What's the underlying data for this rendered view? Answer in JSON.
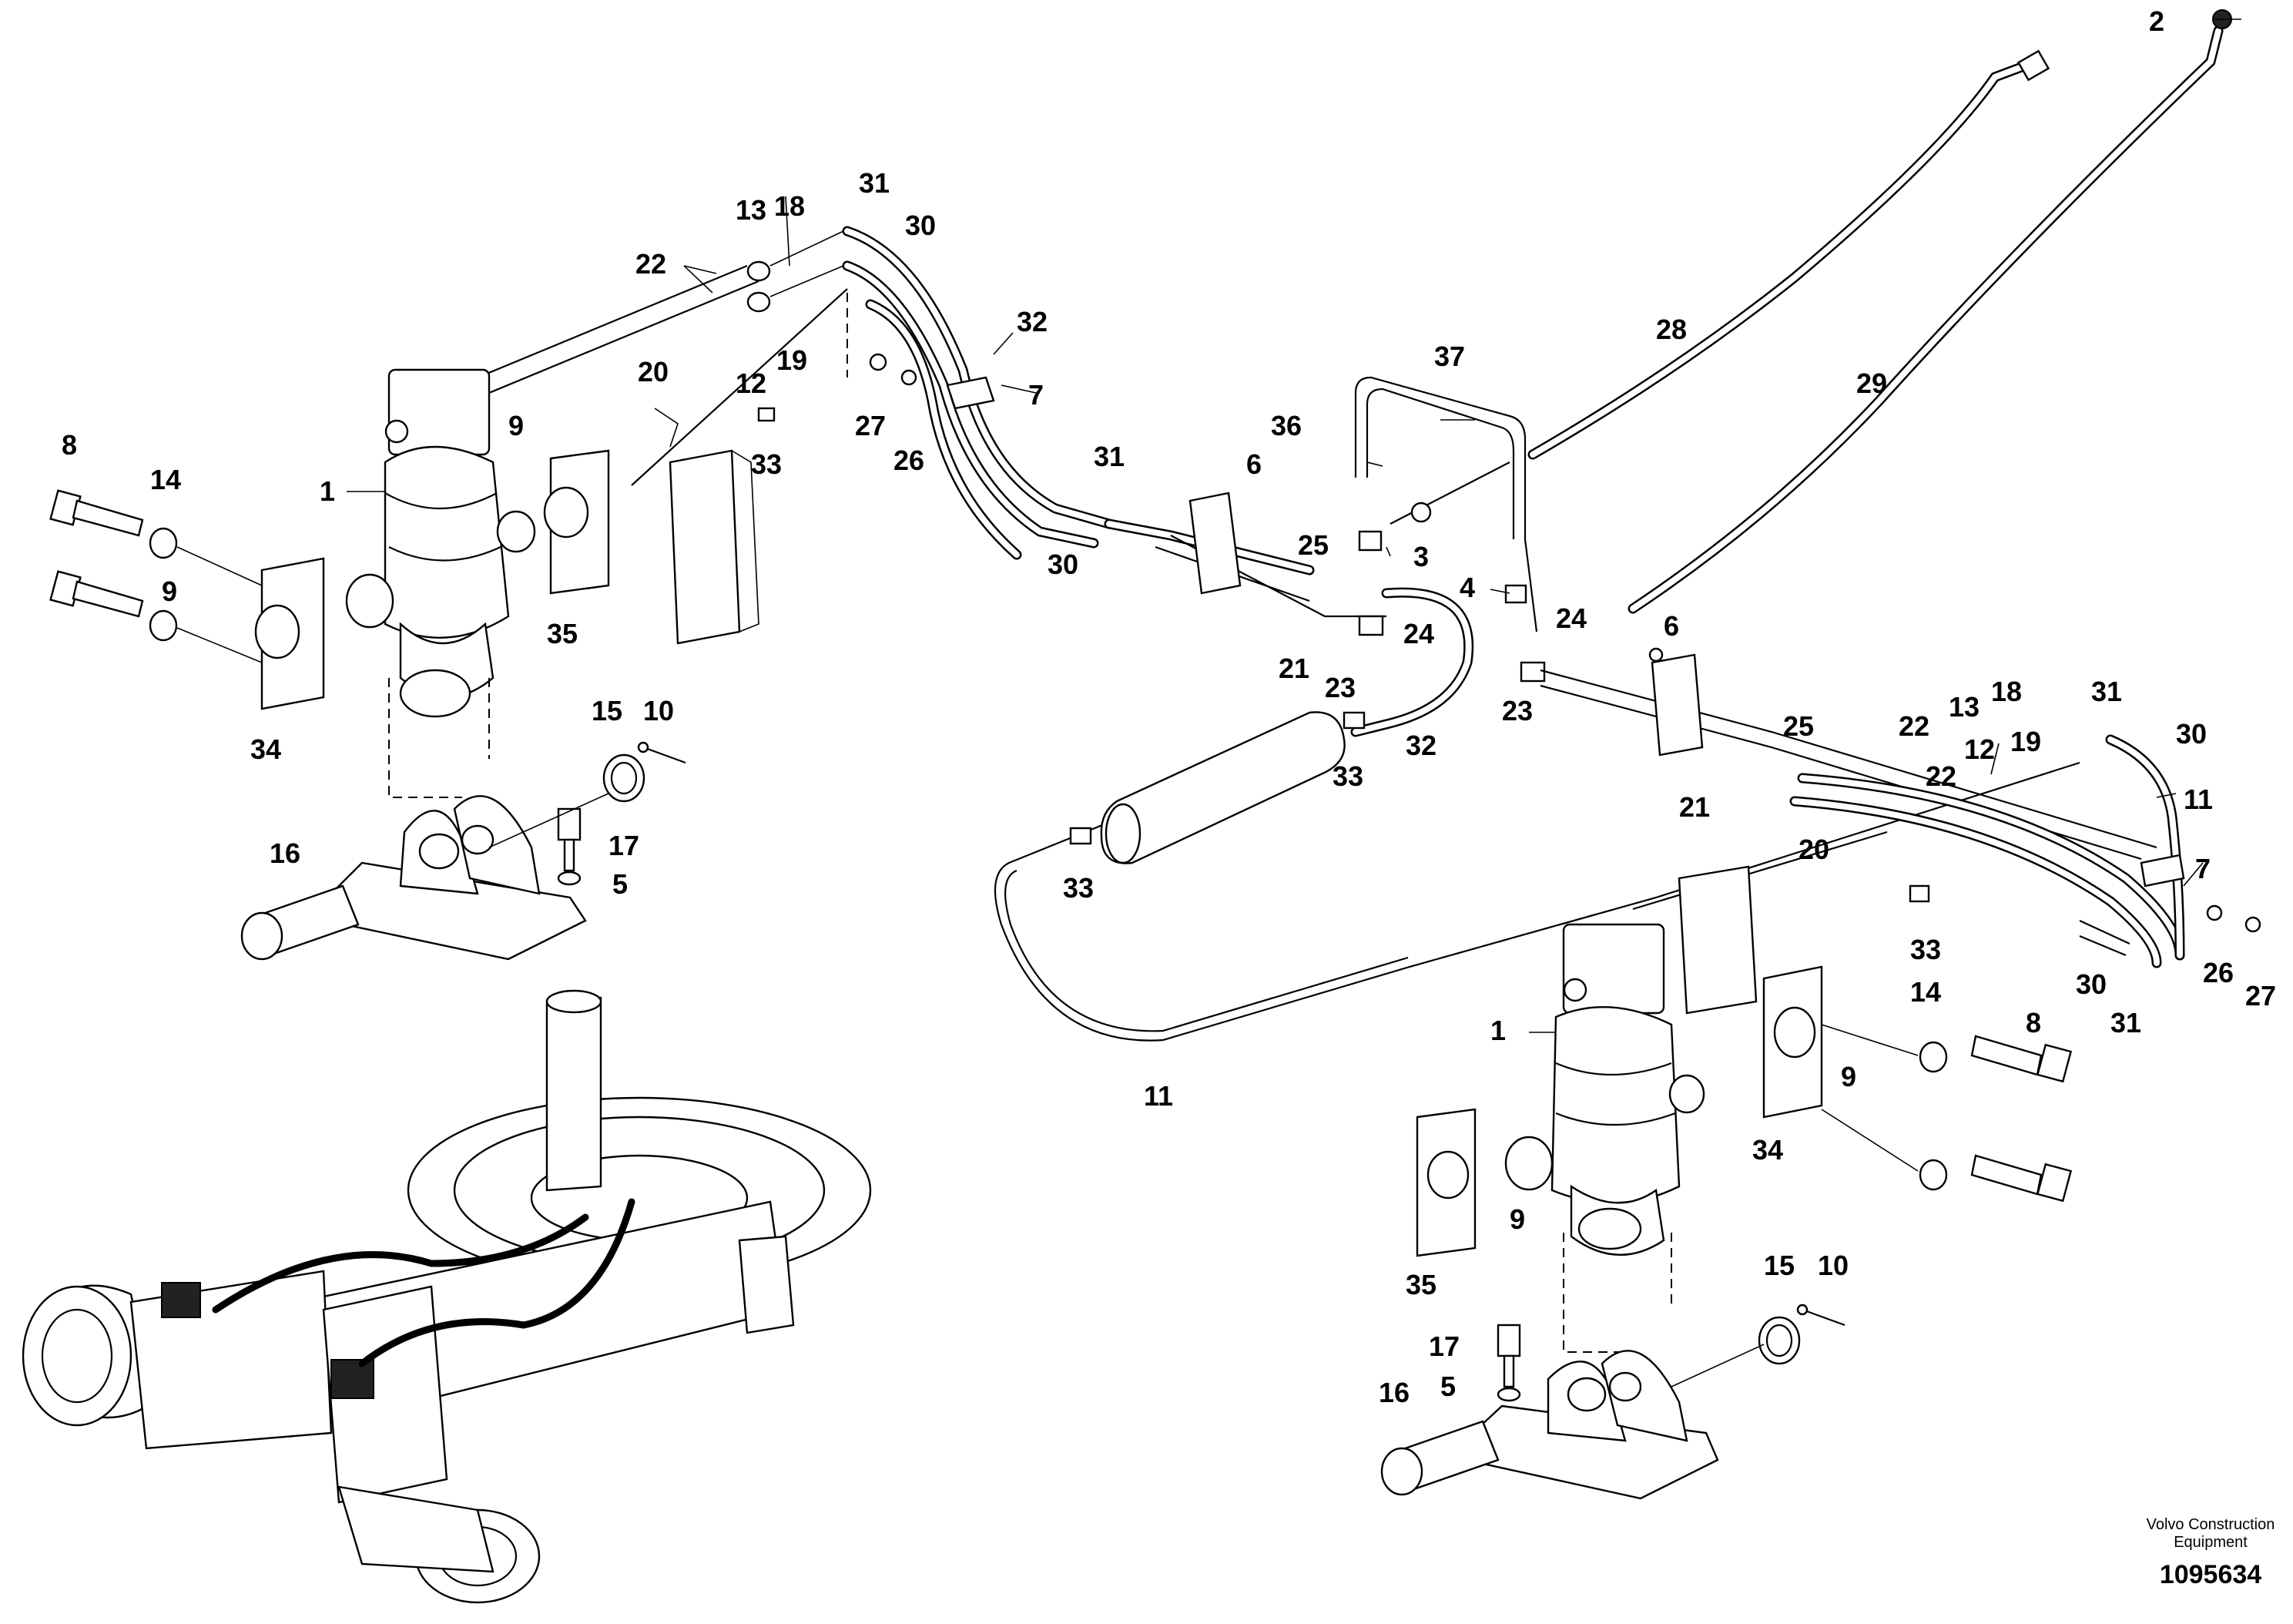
{
  "diagram": {
    "part_labels": [
      "1",
      "2",
      "3",
      "4",
      "5",
      "6",
      "7",
      "8",
      "9",
      "10",
      "11",
      "12",
      "13",
      "14",
      "15",
      "16",
      "17",
      "18",
      "19",
      "20",
      "21",
      "22",
      "23",
      "24",
      "25",
      "26",
      "27",
      "28",
      "29",
      "30",
      "31",
      "32",
      "33",
      "34",
      "35",
      "36",
      "37"
    ],
    "caption_line1": "Volvo Construction",
    "caption_line2": "Equipment",
    "drawing_number": "1095634"
  }
}
